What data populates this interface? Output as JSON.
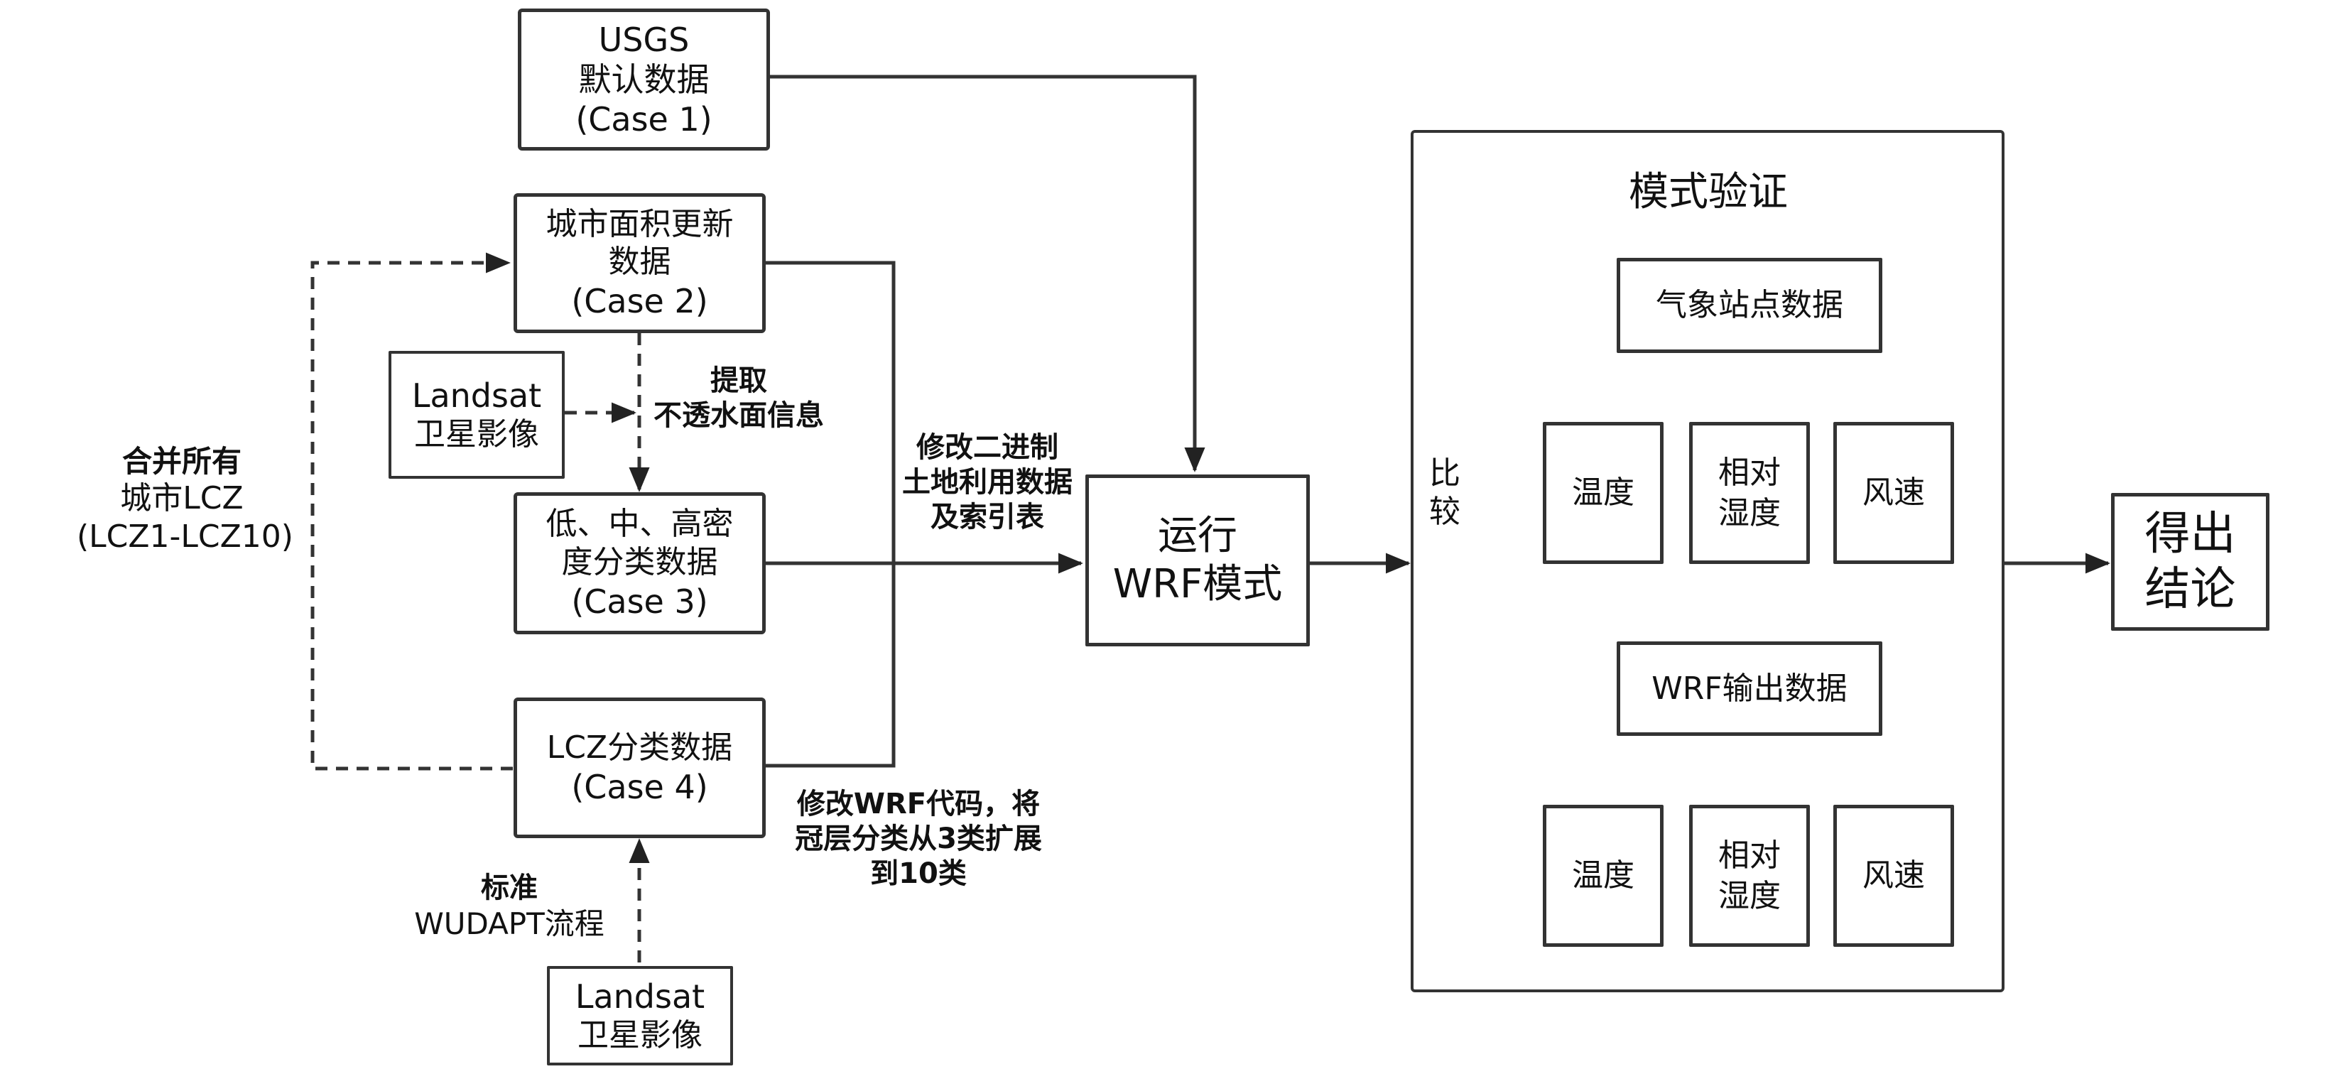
{
  "boxes": {
    "usgs": [
      "USGS",
      "默认数据",
      "(Case 1)"
    ],
    "case2": [
      "城市面积更新",
      "数据",
      "(Case 2)"
    ],
    "landsat_top": [
      "Landsat",
      "卫星影像"
    ],
    "case3": [
      "低、中、高密",
      "度分类数据",
      "(Case 3)"
    ],
    "case4": [
      "LCZ分类数据",
      "(Case 4)"
    ],
    "landsat_bottom": [
      "Landsat",
      "卫星影像"
    ],
    "run_wrf": [
      "运行",
      "WRF模式"
    ],
    "conclusion": [
      "得出",
      "结论"
    ],
    "station": "气象站点数据",
    "wrf_output": "WRF输出数据",
    "vars_top": [
      "温度",
      "相对湿度",
      "风速"
    ],
    "vars_bottom": [
      "温度",
      "相对湿度",
      "风速"
    ]
  },
  "panel": {
    "title": "模式验证",
    "compare_label": [
      "比",
      "较"
    ]
  },
  "labels": {
    "extract": [
      "提取",
      "不透水面信息"
    ],
    "merge": [
      "合并所有",
      "城市LCZ",
      "(LCZ1-LCZ10)"
    ],
    "modify_binary": [
      "修改二进制",
      "土地利用数据",
      "及索引表"
    ],
    "modify_code": [
      "修改WRF代码，将",
      "冠层分类从3类扩展",
      "到10类"
    ],
    "wudapt": [
      "标准",
      "WUDAPT流程"
    ]
  }
}
